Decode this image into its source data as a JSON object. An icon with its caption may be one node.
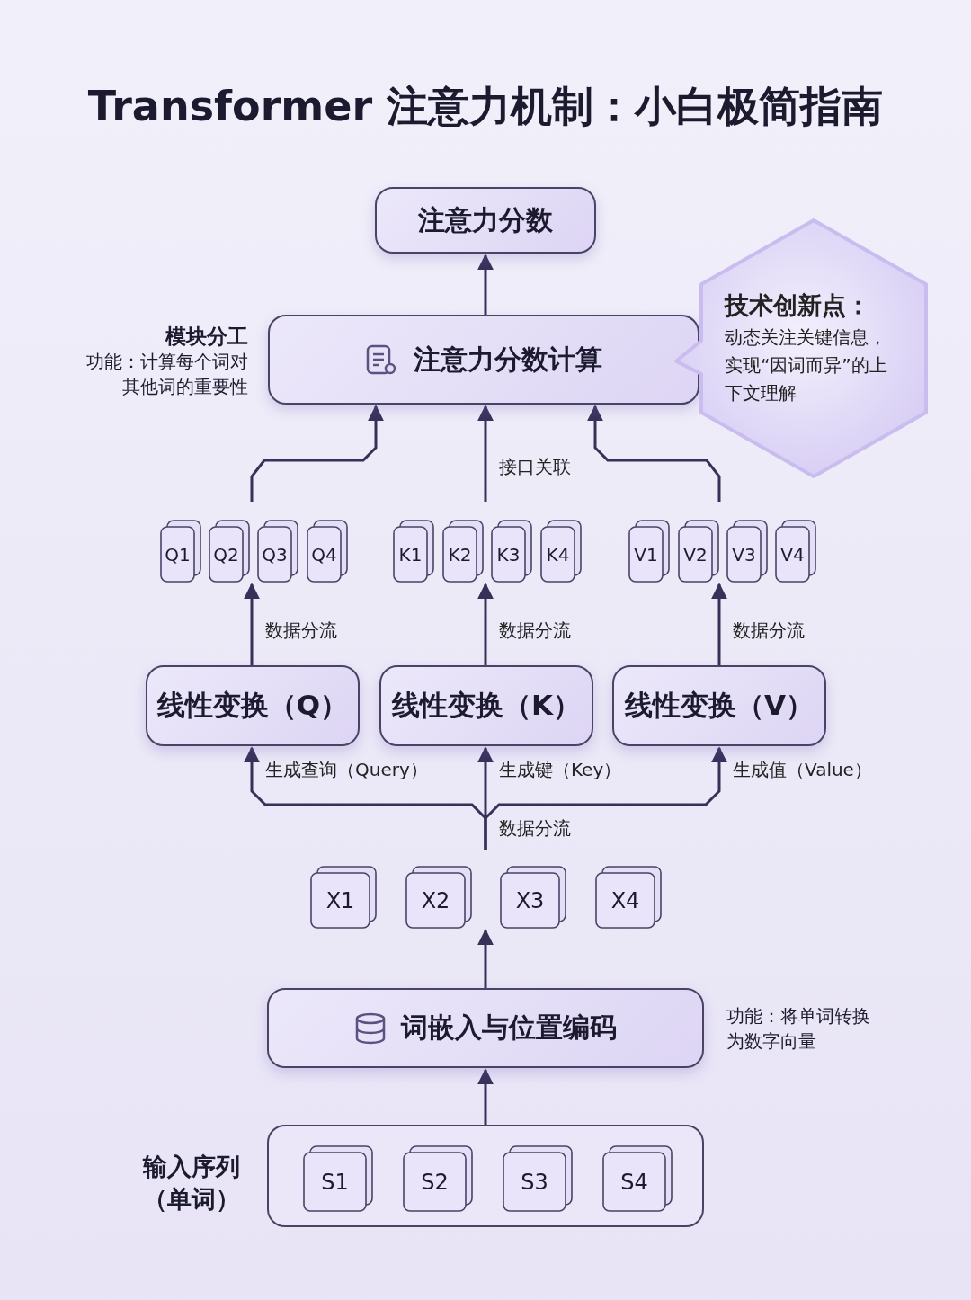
{
  "diagram": {
    "title": "Transformer 注意力机制：小白极简指南",
    "nodes": [
      {
        "text": [
          "注意力分数"
        ]
      },
      {
        "text": [
          "注意力分数计算"
        ],
        "beside": [
          "模块分工",
          "功能：计算每个词对其他词的重要性"
        ]
      },
      {
        "text": [
          "技术创新点：",
          "动态关注关键信息，实现“因词而异”的上下文理解"
        ]
      },
      {
        "text": [
          "Q1"
        ]
      },
      {
        "text": [
          "Q2"
        ]
      },
      {
        "text": [
          "Q3"
        ]
      },
      {
        "text": [
          "Q4"
        ]
      },
      {
        "text": [
          "K1"
        ]
      },
      {
        "text": [
          "K2"
        ]
      },
      {
        "text": [
          "K3"
        ]
      },
      {
        "text": [
          "K4"
        ]
      },
      {
        "text": [
          "V1"
        ]
      },
      {
        "text": [
          "V2"
        ]
      },
      {
        "text": [
          "V3"
        ]
      },
      {
        "text": [
          "V4"
        ]
      },
      {
        "text": [
          "线性变换（Q）"
        ]
      },
      {
        "text": [
          "线性变换（K）"
        ]
      },
      {
        "text": [
          "线性变换（V）"
        ]
      },
      {
        "text": [
          "X1"
        ]
      },
      {
        "text": [
          "X2"
        ]
      },
      {
        "text": [
          "X3"
        ]
      },
      {
        "text": [
          "X4"
        ]
      },
      {
        "text": [
          "词嵌入与位置编码"
        ],
        "beside": [
          "功能：将单词转换为数字向量"
        ]
      },
      {
        "text": [],
        "shape": "box",
        "beside": [
          "输入序列（单词）"
        ]
      },
      {
        "text": [
          "S1"
        ],
        "in": 23
      },
      {
        "text": [
          "S2"
        ],
        "in": 23
      },
      {
        "text": [
          "S3"
        ],
        "in": 23
      },
      {
        "text": [
          "S4"
        ],
        "in": 23
      }
    ],
    "edges": [
      {
        "from": 1,
        "to": 0,
        "arrow": "to"
      },
      {
        "from": null,
        "to": 1,
        "arrow": "to"
      },
      {
        "from": null,
        "to": 1,
        "arrow": "to",
        "label": "接口关联"
      },
      {
        "from": null,
        "to": 1,
        "arrow": "to"
      },
      {
        "from": 15,
        "to": 4,
        "arrow": "to",
        "label": "数据分流"
      },
      {
        "from": 16,
        "to": 8,
        "arrow": "to",
        "label": "数据分流"
      },
      {
        "from": 17,
        "to": 12,
        "arrow": "to",
        "label": "数据分流"
      },
      {
        "from": null,
        "to": 15,
        "arrow": "to",
        "label": "生成查询（Query）"
      },
      {
        "from": null,
        "to": 16,
        "arrow": "to",
        "label": "生成键（Key）"
      },
      {
        "from": null,
        "to": 17,
        "arrow": "to",
        "label": "生成值（Value）"
      },
      {
        "from": 22,
        "to": 19,
        "arrow": "to"
      },
      {
        "from": 23,
        "to": 22,
        "arrow": "to"
      }
    ],
    "labels": [
      "数据分流"
    ]
  }
}
